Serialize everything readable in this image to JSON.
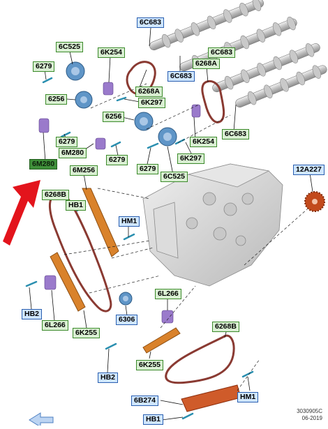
{
  "colors": {
    "label_blue_bg": "#cfe6ff",
    "label_blue_border": "#2a5fb0",
    "label_green_bg": "#d9efd2",
    "label_green_border": "#3b8a2a",
    "highlight_green": "#3f8f3a",
    "chain": "#8a3a32",
    "guide_orange": "#d9822b",
    "phaser_blue": "#5f95c7",
    "solenoid_purple": "#9a7acb",
    "engine_gray": "#d8d8d8",
    "arrow_red": "#e3141c"
  },
  "labels": {
    "camshaft_top_left": "6C683",
    "phaser_top_left": "6C525",
    "bolt_top_left": "6279",
    "solenoid_upper_left": "6K254",
    "camshaft_mid_right_a": "6C683",
    "camshaft_mid_right_b": "6C683",
    "chain_upper_left": "6268A",
    "chain_upper_right": "6268A",
    "phaser_bolt_left": "6256",
    "sensor_upper": "6K297",
    "phaser_bolt_mid": "6256",
    "bolt_mid_left": "6279",
    "cmp_sensor_left": "6M280",
    "bolt_mid": "6279",
    "cmp_sensor_highlight": "6M280",
    "camshaft_lower_right": "6C683",
    "solenoid_right": "6K254",
    "sensor_lower": "6K297",
    "bolt_lower_mid": "6279",
    "phaser_lower": "6C525",
    "tensioner_arm_upper": "6M256",
    "crank_sprocket": "12A227",
    "chain_lower_left": "6268B",
    "bolt_hb1_upper": "HB1",
    "bolt_hm1_upper": "HM1",
    "bolt_hb2_left": "HB2",
    "tensioner_left": "6L266",
    "guide_left": "6K255",
    "idler": "6306",
    "tensioner_right": "6L266",
    "chain_lower_right": "6268B",
    "guide_right": "6K255",
    "bolt_hb2_lower": "HB2",
    "guide_bottom": "6B274",
    "bolt_hm1_lower": "HM1",
    "bolt_hb1_lower": "HB1"
  },
  "doc_code": {
    "number": "3030905C",
    "date": "06-2019"
  }
}
